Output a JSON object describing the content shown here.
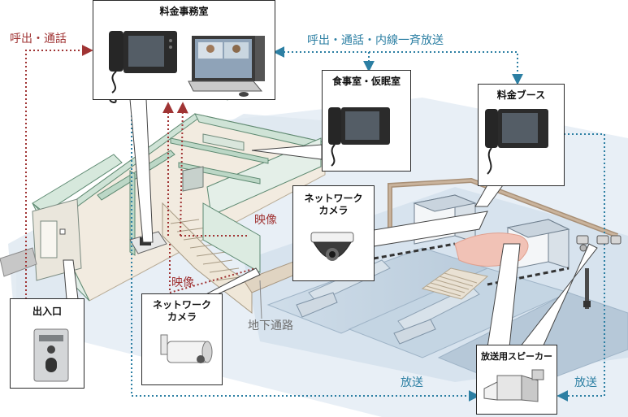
{
  "rooms": {
    "office": "料金事務室",
    "dining_rest": "食事室・仮眠室",
    "toll_booth": "料金ブース",
    "entrance": "出入口",
    "speaker": "放送用スピーカー"
  },
  "cameras": {
    "dome_line1": "ネットワーク",
    "dome_line2": "カメラ",
    "bullet_line1": "ネットワーク",
    "bullet_line2": "カメラ"
  },
  "flows": {
    "call_talk": "呼出・通話",
    "call_talk_intercom_broadcast": "呼出・通話・内線一斉放送",
    "video_1": "映像",
    "video_2": "映像",
    "broadcast_1": "放送",
    "broadcast_2": "放送"
  },
  "labels": {
    "underground_passage": "地下通路"
  },
  "colors": {
    "call_line": "#a03434",
    "broadcast_line": "#2c7fa3",
    "building_wall": "#dfeee4",
    "ground": "#e6eef5",
    "monitor": "#222222"
  }
}
